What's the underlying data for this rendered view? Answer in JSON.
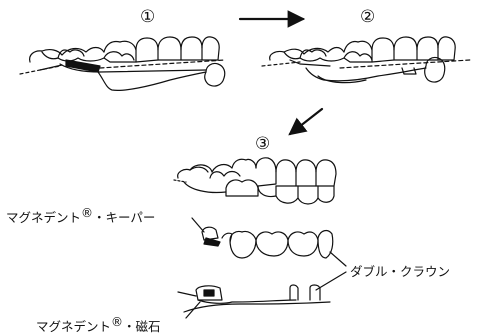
{
  "steps": {
    "step1": "①",
    "step2": "②",
    "step3": "③"
  },
  "labels": {
    "keeper": "マグネデント",
    "keeper_suffix": "・キーパー",
    "magnet": "マグネデント",
    "magnet_suffix": "・磁石",
    "registered": "®",
    "double_crown": "ダブル・クラウン"
  }
}
